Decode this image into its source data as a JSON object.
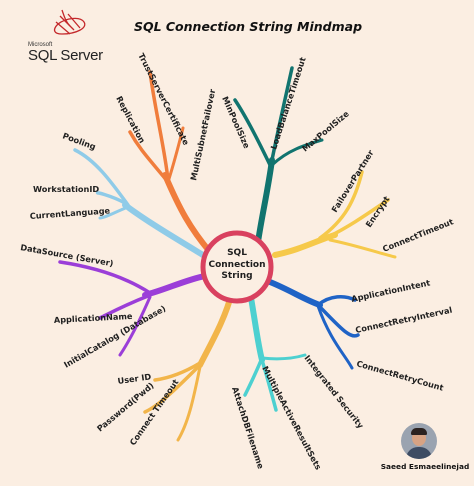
{
  "title": "SQL Connection String Mindmap",
  "logo": {
    "vendor": "Microsoft",
    "product": "SQL Server",
    "accent": "#c4282b"
  },
  "center": {
    "line1": "SQL",
    "line2": "Connection",
    "line3": "String",
    "ring_color": "#d9415f"
  },
  "author": {
    "name": "Saeed Esmaeelinejad"
  },
  "branches": {
    "orange": {
      "color": "#f07d3c",
      "labels": [
        "Replication",
        "TrustServerCertificate",
        "MultiSubnetFailover"
      ]
    },
    "skyblue": {
      "color": "#8fcbe8",
      "labels": [
        "Pooling",
        "WorkstationID",
        "CurrentLanguage"
      ]
    },
    "teal": {
      "color": "#11746f",
      "labels": [
        "MinPoolSize",
        "LoadBalanceTimeout",
        "MaxPoolSize"
      ]
    },
    "yellow": {
      "color": "#f6c94a",
      "labels": [
        "FailoverPartner",
        "Encrypt",
        "ConnectTimeout"
      ]
    },
    "blue": {
      "color": "#1f63c6",
      "labels": [
        "ApplicationIntent",
        "ConnectRetryInterval",
        "ConnectRetryCount"
      ]
    },
    "purple": {
      "color": "#9b3ed8",
      "labels": [
        "DataSource (Server)",
        "ApplicationName",
        "InitialCatalog (Database)"
      ]
    },
    "gold": {
      "color": "#f2b54a",
      "labels": [
        "User ID",
        "Password(Pwd)",
        "Connect Timeout"
      ]
    },
    "aqua": {
      "color": "#4dd0d0",
      "labels": [
        "AttachDBFilename",
        "MultipleActiveResultSets",
        "Integrated Security"
      ]
    }
  }
}
